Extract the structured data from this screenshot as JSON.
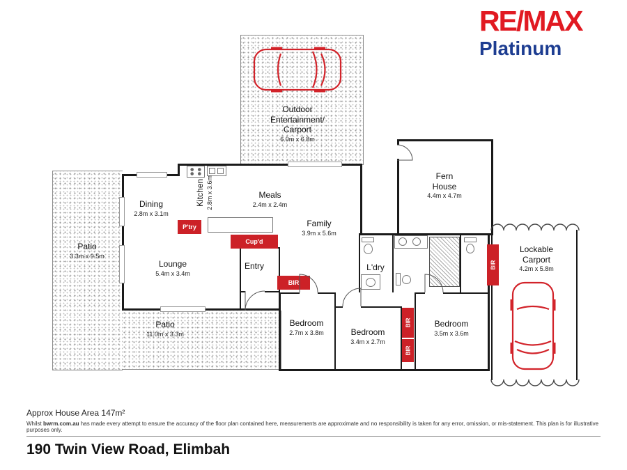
{
  "branding": {
    "remax": "RE/MAX",
    "platinum": "Platinum"
  },
  "colors": {
    "remax_red": "#e11a22",
    "platinum_blue": "#1d3d91",
    "fixture_red": "#cc2127",
    "wall_black": "#1a1a1a"
  },
  "rooms": {
    "outdoor": {
      "name": "Outdoor\nEntertainment/\nCarport",
      "dims": "6.0m x 6.8m"
    },
    "fern": {
      "name": "Fern\nHouse",
      "dims": "4.4m x 4.7m"
    },
    "dining": {
      "name": "Dining",
      "dims": "2.8m x 3.1m"
    },
    "kitchen": {
      "name": "Kitchen",
      "dims": "2.8m x 3.6m"
    },
    "meals": {
      "name": "Meals",
      "dims": "2.4m x 2.4m"
    },
    "family": {
      "name": "Family",
      "dims": "3.9m x 5.6m"
    },
    "patio_left": {
      "name": "Patio",
      "dims": "3.3m x 9.5m"
    },
    "lounge": {
      "name": "Lounge",
      "dims": "5.4m x 3.4m"
    },
    "entry": {
      "name": "Entry"
    },
    "ldry": {
      "name": "L'dry"
    },
    "patio_bottom": {
      "name": "Patio",
      "dims": "11.0m x 3.3m"
    },
    "bed1": {
      "name": "Bedroom",
      "dims": "2.7m x 3.8m"
    },
    "bed2": {
      "name": "Bedroom",
      "dims": "3.4m x 2.7m"
    },
    "bed3": {
      "name": "Bedroom",
      "dims": "3.5m x 3.6m"
    },
    "lockable": {
      "name": "Lockable\nCarport",
      "dims": "4.2m x 5.8m"
    }
  },
  "fixtures": {
    "pantry": "P'try",
    "cupboard": "Cup'd",
    "bir": "BIR"
  },
  "footer": {
    "area": "Approx House Area 147m²",
    "disclaimer_prefix": "Whilst ",
    "disclaimer_site": "bwrm.com.au",
    "disclaimer_rest": " has made every attempt to ensure the accuracy of the floor plan contained here, measurements are approximate and no responsibility is taken for any error, omission, or mis-statement. This plan is for illustrative purposes only.",
    "address": "190 Twin View Road, Elimbah"
  }
}
